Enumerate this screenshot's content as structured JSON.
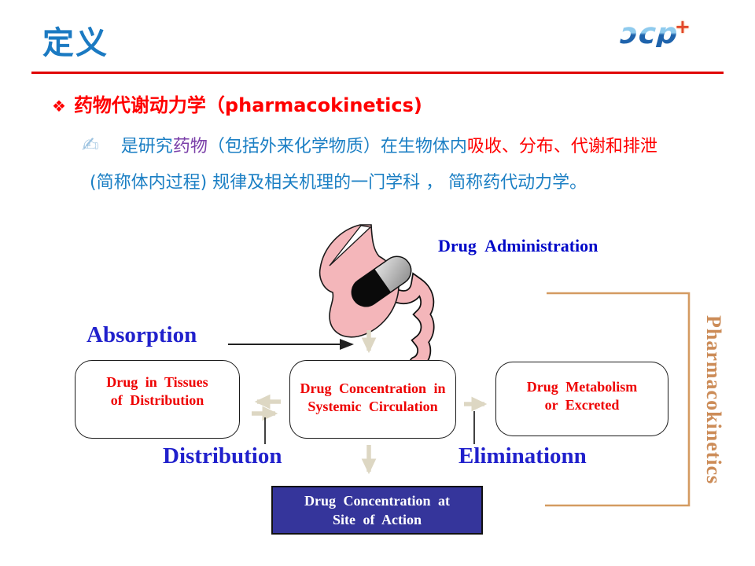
{
  "slide_title": "定义",
  "logo": {
    "letters": "ɔcp",
    "plus": "+"
  },
  "heading": {
    "bullet": "❖",
    "text": "药物代谢动力学（pharmacokinetics)"
  },
  "definition": {
    "pen_icon": "✍",
    "segments": [
      {
        "text": "是研究",
        "color": "#1B7FC4"
      },
      {
        "text": "药物",
        "color": "#7A3FA8"
      },
      {
        "text": "（包括外来化学物质）在生物体内",
        "color": "#1B7FC4"
      },
      {
        "text": "吸收、分布、代谢和排泄",
        "color": "#FF0000"
      }
    ],
    "line2": "(简称体内过程) 规律及相关机理的一门学科 ， 简称药代动力学。"
  },
  "diagram": {
    "drug_administration_label": "Drug Administration",
    "absorption_label": "Absorption",
    "distribution_label": "Distribution",
    "elimination_label": "Eliminationn",
    "pharmacokinetics_label": "Pharmacokinetics",
    "box_tissues": {
      "line1": "Drug in Tissues",
      "line2": "of Distribution"
    },
    "box_systemic": {
      "line1": "Drug Concentration in",
      "line2": "Systemic Circulation"
    },
    "box_metabolism": {
      "line1": "Drug Metabolism",
      "line2": "or Excreted"
    },
    "box_site": {
      "line1": "Drug Concentration at",
      "line2": "Site of Action"
    }
  },
  "colors": {
    "title_blue": "#1B7AC2",
    "divider_red": "#E00505",
    "heading_red": "#FF0000",
    "body_blue": "#1B7FC4",
    "accent_purple": "#7A3FA8",
    "accent_red": "#FF0000",
    "diagram_label_blue": "#2121CC",
    "box_text_red": "#EE0000",
    "site_box_fill": "#35359B",
    "bracket_tan": "#D49B61",
    "arrow_beige": "#DDD7C3",
    "stomach_pink": "#F4B6BA"
  }
}
